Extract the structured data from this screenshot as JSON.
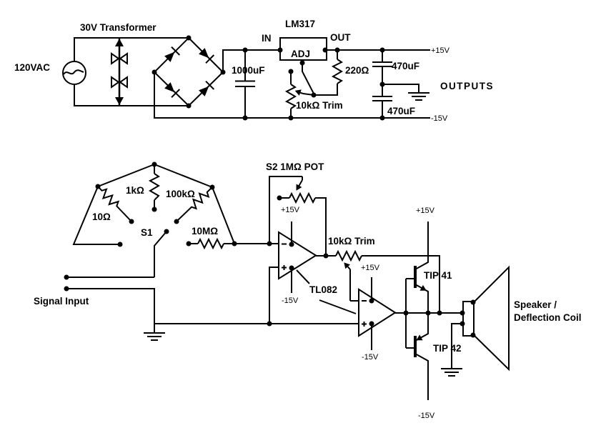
{
  "diagram_type": "circuit-schematic",
  "power_supply": {
    "ac_source": "120VAC",
    "transformer": "30V Transformer",
    "regulator": "LM317",
    "pin_in": "IN",
    "pin_out": "OUT",
    "pin_adj": "ADJ",
    "filter_cap": "1000uF",
    "set_resistor": "220Ω",
    "adjust_trim": "10kΩ Trim",
    "output_cap_pos": "470uF",
    "output_cap_neg": "470uF",
    "outputs_label": "OUTPUTS"
  },
  "amplifier": {
    "input_label": "Signal Input",
    "range_switch": "S1",
    "resistor_low": "10Ω",
    "resistor_mid": "1kΩ",
    "resistor_high": "100kΩ",
    "resistor_max": "10MΩ",
    "gain_pot": "S2  1MΩ POT",
    "opamp": "TL082",
    "offset_trim": "10kΩ Trim",
    "npn_transistor": "TIP 41",
    "pnp_transistor": "TIP 42",
    "load_line1": "Speaker /",
    "load_line2": "Deflection Coil"
  },
  "rails": {
    "pos": "+15V",
    "neg": "-15V"
  }
}
